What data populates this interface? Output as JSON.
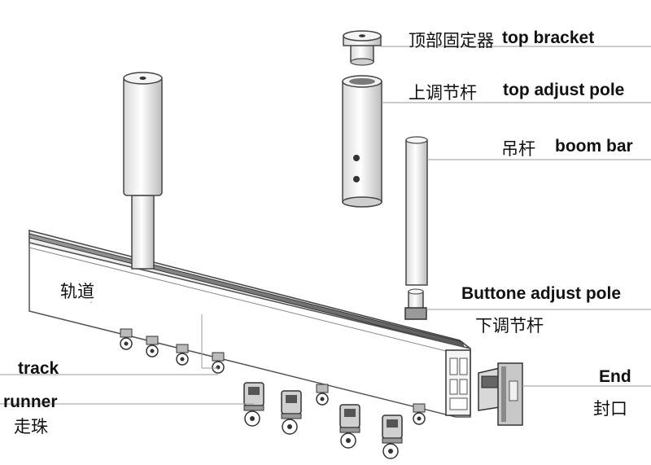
{
  "labels": {
    "top_bracket_cn": "顶部固定器",
    "top_bracket_en": "top bracket",
    "top_adjust_cn": "上调节杆",
    "top_adjust_en": "top adjust pole",
    "boom_bar_cn": "吊杆",
    "boom_bar_en": "boom bar",
    "bottom_adjust_en": "Buttone adjust pole",
    "bottom_adjust_cn": "下调节杆",
    "track_cn": "轨道",
    "track_en": "track",
    "runner_en": "runner",
    "runner_cn": "走珠",
    "end_en": "End",
    "end_cn": "封口"
  }
}
